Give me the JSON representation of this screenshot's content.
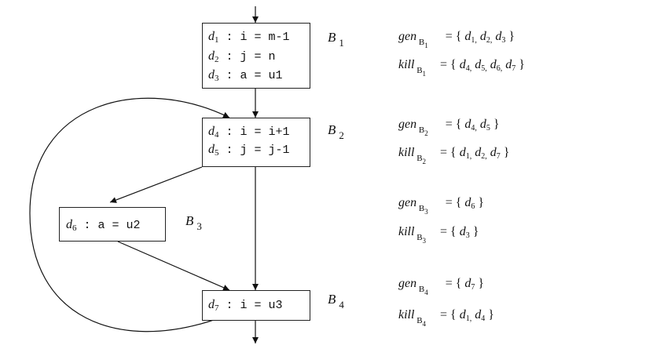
{
  "blocks": [
    {
      "label": "B",
      "label_num": "1",
      "lines": [
        {
          "sym": "d",
          "idx": "1",
          "code": " : i = m-1"
        },
        {
          "sym": "d",
          "idx": "2",
          "code": " : j = n"
        },
        {
          "sym": "d",
          "idx": "3",
          "code": " : a = u1"
        }
      ]
    },
    {
      "label": "B",
      "label_num": "2",
      "lines": [
        {
          "sym": "d",
          "idx": "4",
          "code": " : i = i+1"
        },
        {
          "sym": "d",
          "idx": "5",
          "code": " : j = j-1"
        }
      ]
    },
    {
      "label": "B",
      "label_num": "3",
      "lines": [
        {
          "sym": "d",
          "idx": "6",
          "code": " : a = u2"
        }
      ]
    },
    {
      "label": "B",
      "label_num": "4",
      "lines": [
        {
          "sym": "d",
          "idx": "7",
          "code": " : i = u3"
        }
      ]
    }
  ],
  "sets": [
    {
      "name": "gen",
      "block": "B",
      "num": "1",
      "open": "= {",
      "elems": [
        "1",
        "2",
        "3"
      ],
      "close": "}"
    },
    {
      "name": "kill",
      "block": "B",
      "num": "1",
      "open": "= {",
      "elems": [
        "4",
        "5",
        "6",
        "7"
      ],
      "close": "}"
    },
    {
      "name": "gen",
      "block": "B",
      "num": "2",
      "open": "= {",
      "elems": [
        "4",
        "5"
      ],
      "close": "}"
    },
    {
      "name": "kill",
      "block": "B",
      "num": "2",
      "open": "= {",
      "elems": [
        "1",
        "2",
        "7"
      ],
      "close": "}"
    },
    {
      "name": "gen",
      "block": "B",
      "num": "3",
      "open": "= {",
      "elems": [
        "6"
      ],
      "close": "}"
    },
    {
      "name": "kill",
      "block": "B",
      "num": "3",
      "open": "= {",
      "elems": [
        "3"
      ],
      "close": "}"
    },
    {
      "name": "gen",
      "block": "B",
      "num": "4",
      "open": "= {",
      "elems": [
        "7"
      ],
      "close": "}"
    },
    {
      "name": "kill",
      "block": "B",
      "num": "4",
      "open": "= {",
      "elems": [
        "1",
        "4"
      ],
      "close": "}"
    }
  ],
  "element_symbol": "d",
  "separator": ","
}
